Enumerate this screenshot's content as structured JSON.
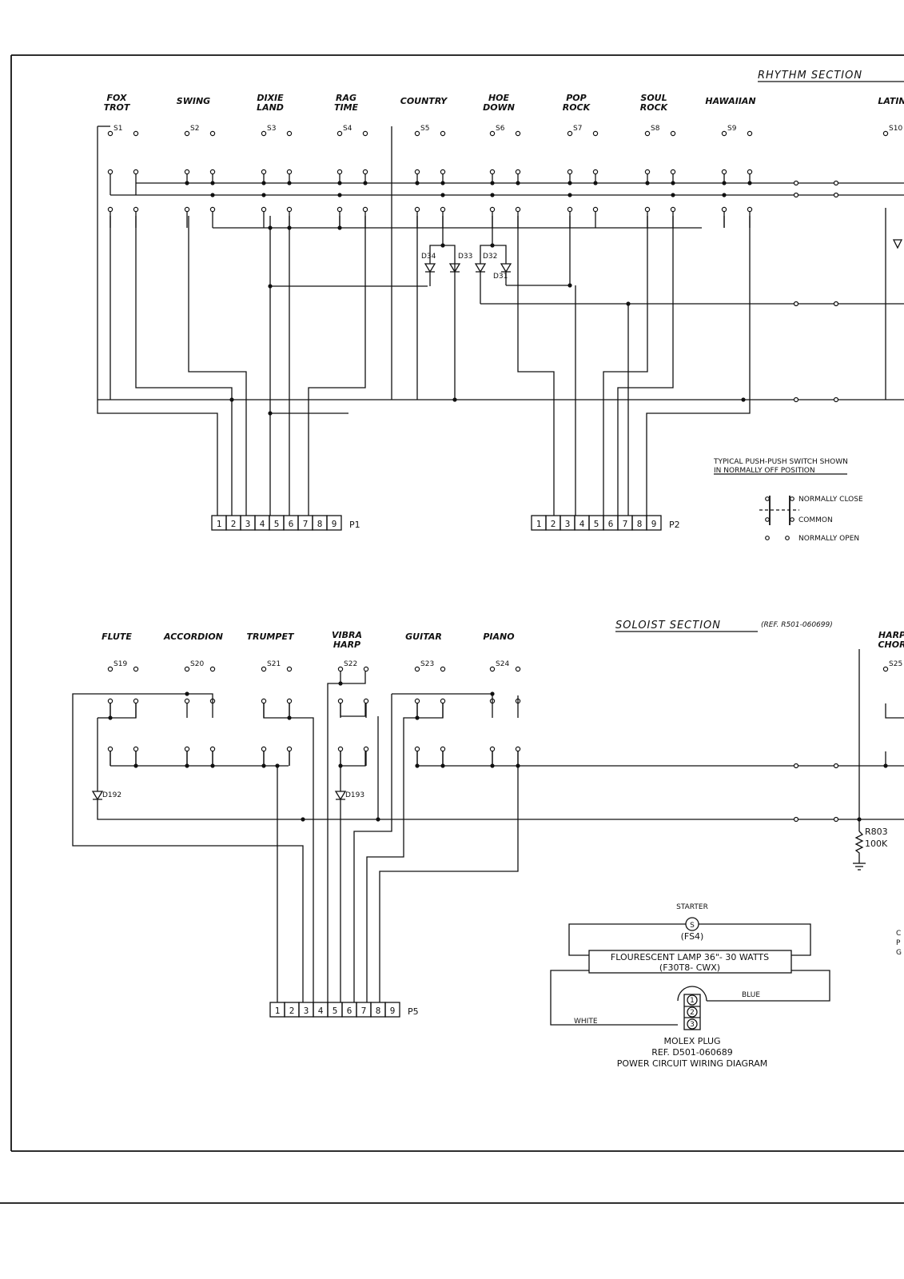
{
  "rhythm": {
    "title": "RHYTHM SECTION",
    "switches": [
      {
        "label": "FOX\nTROT",
        "id": "S1"
      },
      {
        "label": "SWING",
        "id": "S2"
      },
      {
        "label": "DIXIE\nLAND",
        "id": "S3"
      },
      {
        "label": "RAG\nTIME",
        "id": "S4"
      },
      {
        "label": "COUNTRY",
        "id": "S5"
      },
      {
        "label": "HOE\nDOWN",
        "id": "S6"
      },
      {
        "label": "POP\nROCK",
        "id": "S7"
      },
      {
        "label": "SOUL\nROCK",
        "id": "S8"
      },
      {
        "label": "HAWAIIAN",
        "id": "S9"
      },
      {
        "label": "LATIN",
        "id": "S10"
      }
    ],
    "diodes": [
      "D34",
      "D33",
      "D32",
      "D31"
    ],
    "connectors": [
      {
        "id": "P1",
        "pins": [
          "1",
          "2",
          "3",
          "4",
          "5",
          "6",
          "7",
          "8",
          "9"
        ]
      },
      {
        "id": "P2",
        "pins": [
          "1",
          "2",
          "3",
          "4",
          "5",
          "6",
          "7",
          "8",
          "9"
        ]
      }
    ]
  },
  "legend": {
    "title_line1": "TYPICAL PUSH-PUSH SWITCH SHOWN",
    "title_line2": "IN NORMALLY OFF POSITION",
    "normally_close": "NORMALLY CLOSE",
    "common": "COMMON",
    "normally_open": "NORMALLY OPEN"
  },
  "soloist": {
    "title": "SOLOIST SECTION",
    "ref": "(REF. R501-060699)",
    "switches": [
      {
        "label": "FLUTE",
        "id": "S19"
      },
      {
        "label": "ACCORDION",
        "id": "S20"
      },
      {
        "label": "TRUMPET",
        "id": "S21"
      },
      {
        "label": "VIBRA\nHARP",
        "id": "S22"
      },
      {
        "label": "GUITAR",
        "id": "S23"
      },
      {
        "label": "PIANO",
        "id": "S24"
      },
      {
        "label": "HARP\nCHOR",
        "id": "S25"
      }
    ],
    "diodes": [
      "D192",
      "D193"
    ],
    "resistor": {
      "id": "R803",
      "value": "100K"
    },
    "connector": {
      "id": "P5",
      "pins": [
        "1",
        "2",
        "3",
        "4",
        "5",
        "6",
        "7",
        "8",
        "9"
      ]
    }
  },
  "power": {
    "starter_label": "STARTER",
    "starter_symbol": "S",
    "starter_part": "(FS4)",
    "lamp_line1": "FLOURESCENT LAMP 36\"- 30 WATTS",
    "lamp_line2": "(F30T8- CWX)",
    "wire_blue": "BLUE",
    "wire_white": "WHITE",
    "plug_pins": [
      "1",
      "2",
      "3"
    ],
    "molex_label": "MOLEX PLUG",
    "molex_ref": "REF. D501-060689",
    "caption": "POWER CIRCUIT WIRING DIAGRAM"
  },
  "edge_text": [
    "C",
    "P",
    "G"
  ]
}
